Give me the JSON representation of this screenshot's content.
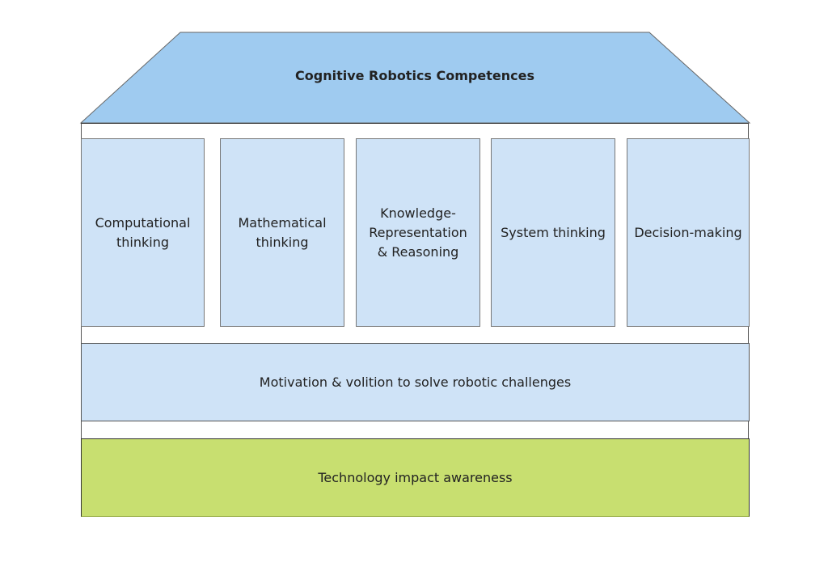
{
  "title": "Cognitive Robotics Competences",
  "pillars": [
    {
      "label": "Computational thinking"
    },
    {
      "label": "Mathematical thinking"
    },
    {
      "label": "Knowledge-Representation & Reasoning"
    },
    {
      "label": "System thinking"
    },
    {
      "label": "Decision-making"
    }
  ],
  "foundation": {
    "label": "Motivation & volition to solve robotic challenges"
  },
  "base": {
    "label": "Technology impact awareness"
  },
  "colors": {
    "roof": "#9fcbf0",
    "pillar": "#cfe3f7",
    "base": "#c8df70"
  }
}
